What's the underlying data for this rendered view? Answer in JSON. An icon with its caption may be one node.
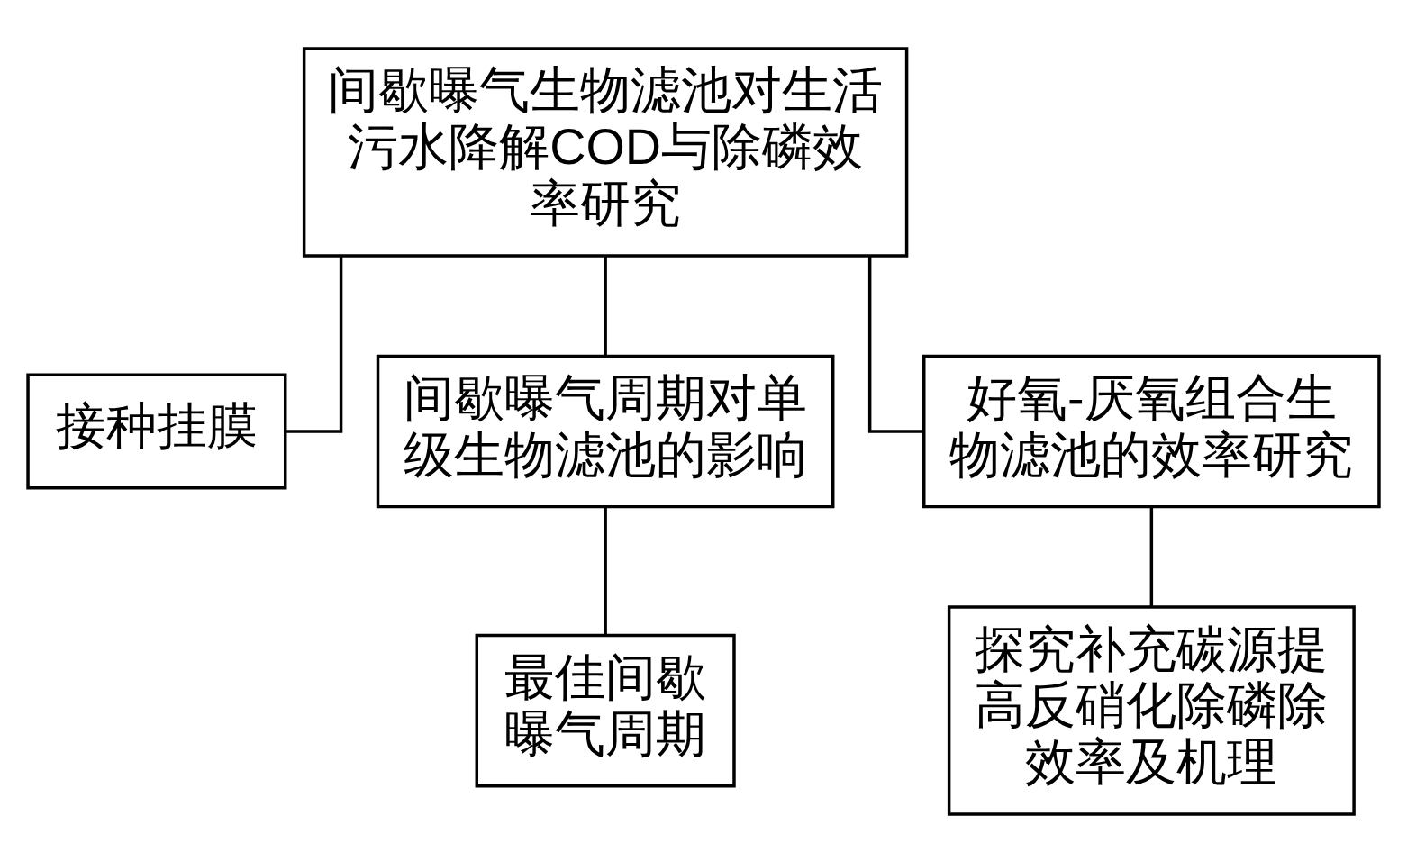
{
  "diagram": {
    "nodes": [
      {
        "text": [
          "间歇曝气生物滤池对生活污水降解COD与除磷效率研究"
        ]
      },
      {
        "text": [
          "接种挂膜"
        ]
      },
      {
        "text": [
          "间歇曝气周期对单级生物滤池的影响"
        ]
      },
      {
        "text": [
          "好氧-厌氧组合生物滤池的效率研究"
        ]
      },
      {
        "text": [
          "最佳间歇曝气周期"
        ]
      },
      {
        "text": [
          "探究补充碳源提高反硝化除磷除效率及机理"
        ]
      }
    ],
    "edges": [
      {
        "from": 0,
        "to": 1,
        "arrow": "none"
      },
      {
        "from": 0,
        "to": 2,
        "arrow": "none"
      },
      {
        "from": 0,
        "to": 3,
        "arrow": "none"
      },
      {
        "from": 2,
        "to": 4,
        "arrow": "none"
      },
      {
        "from": 3,
        "to": 5,
        "arrow": "none"
      }
    ]
  }
}
